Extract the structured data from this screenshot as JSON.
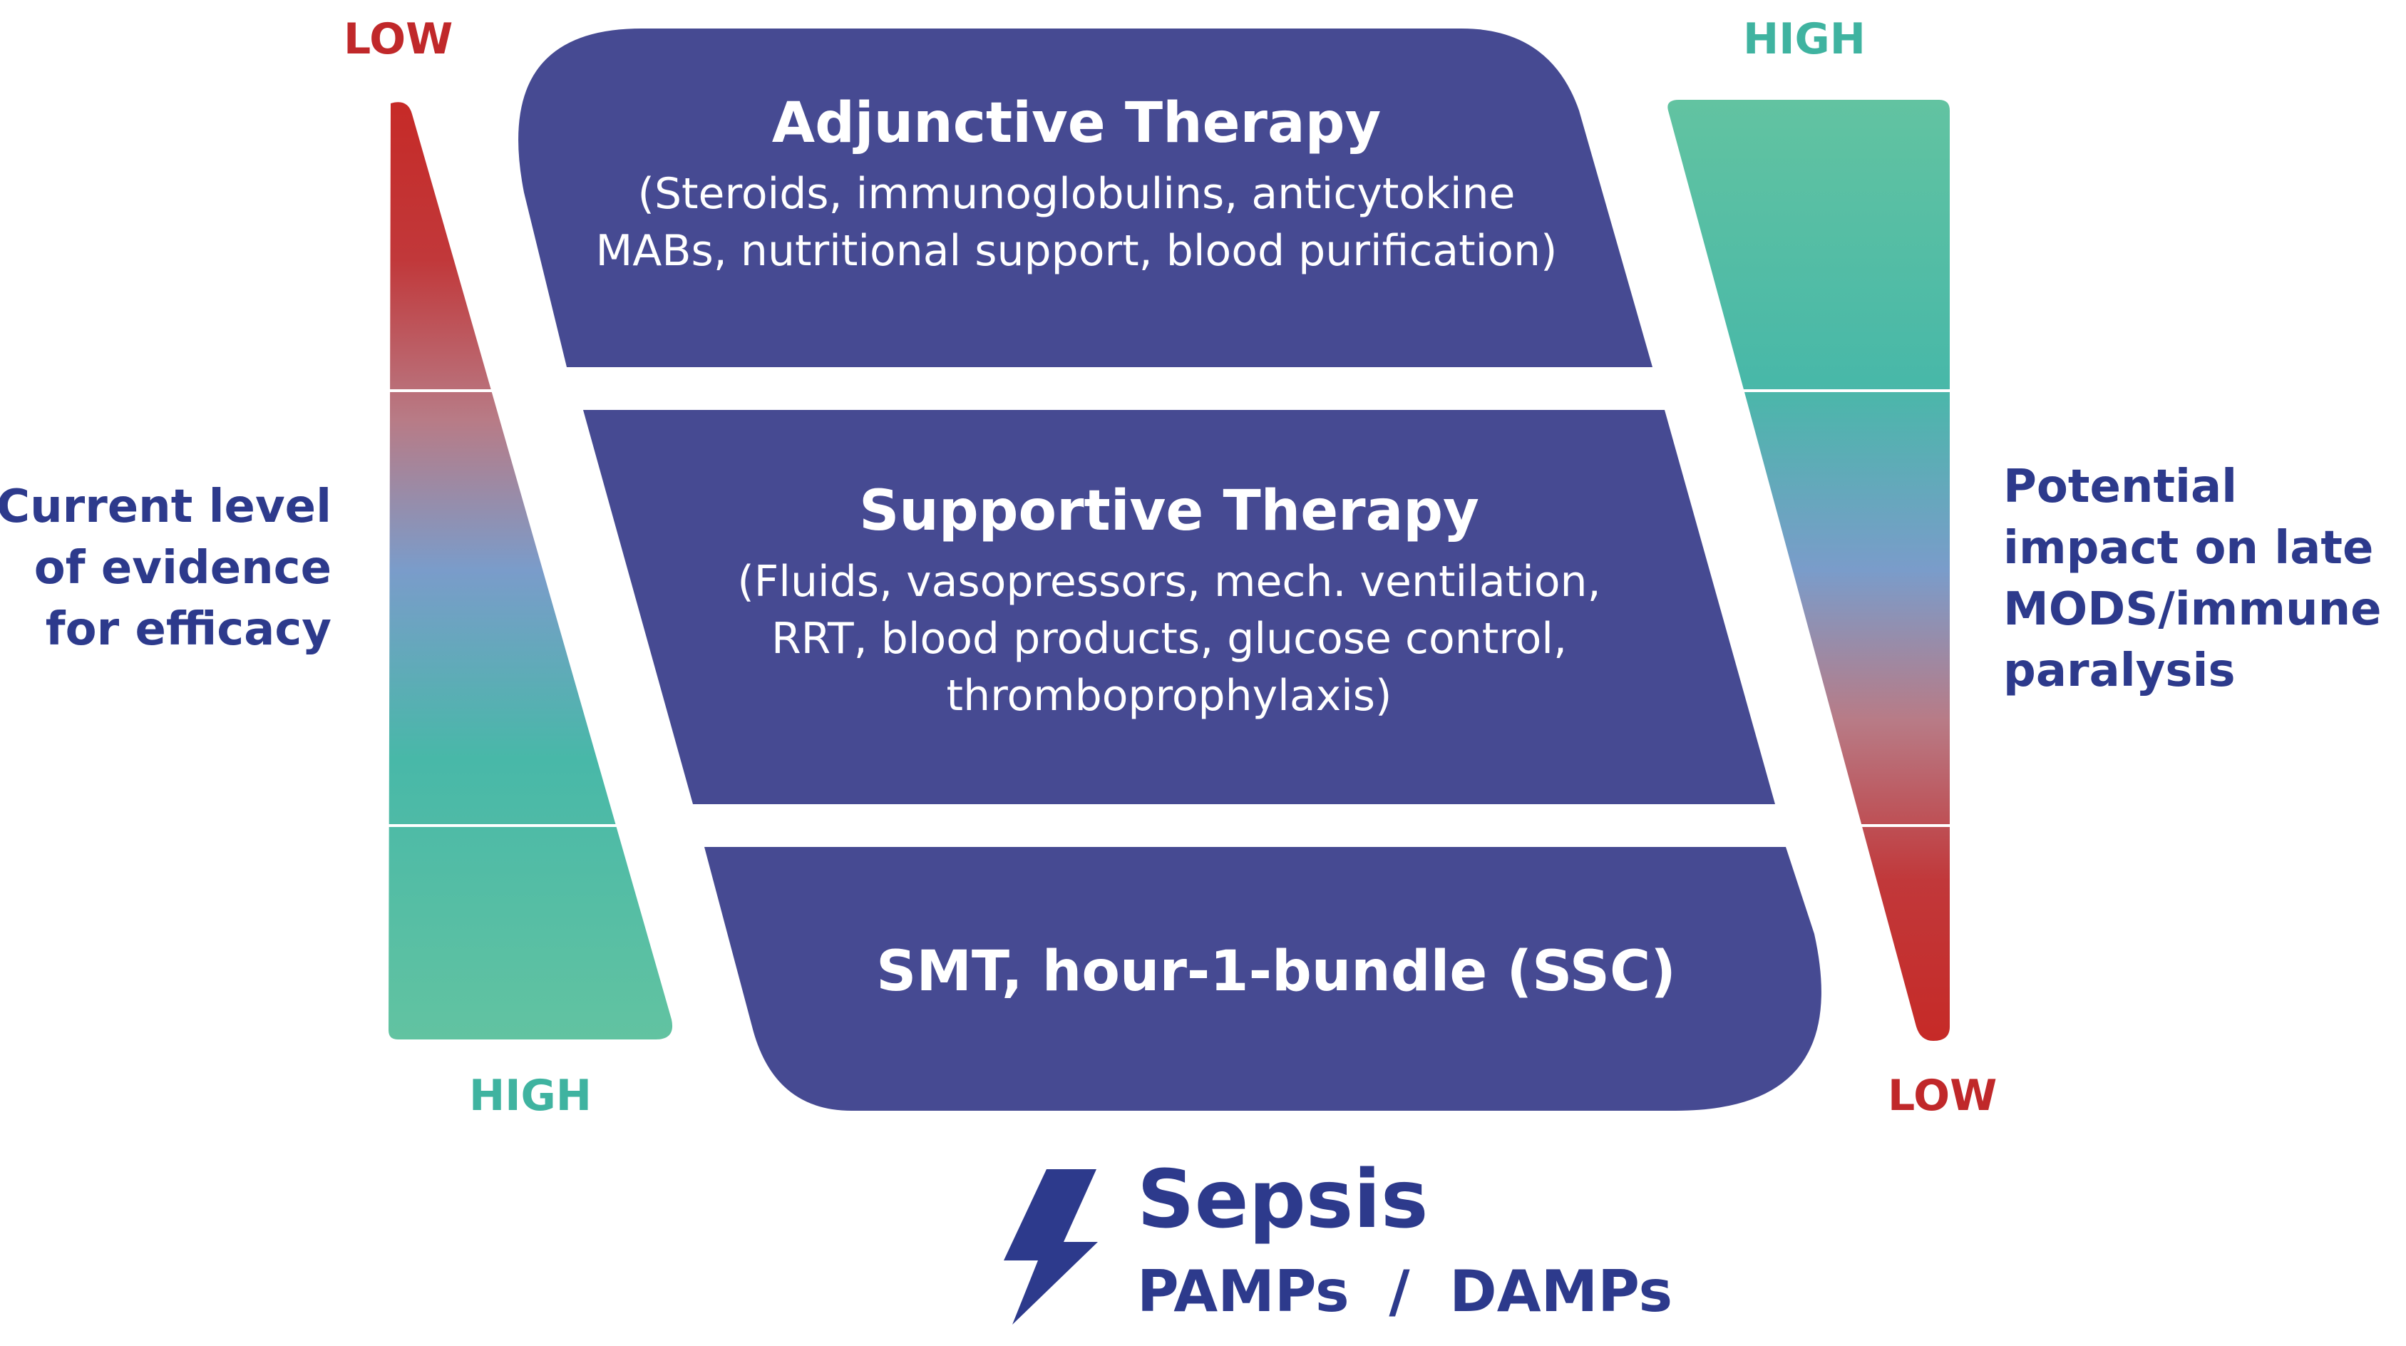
{
  "left_scale": {
    "top_label": "LOW",
    "bottom_label": "HIGH",
    "caption_lines": [
      "Current level",
      "of evidence",
      "for efficacy"
    ]
  },
  "right_scale": {
    "top_label": "HIGH",
    "bottom_label": "LOW",
    "caption_lines": [
      "Potential",
      "impact on late",
      "MODS/immune",
      "paralysis"
    ]
  },
  "tiers": [
    {
      "title": "Adjunctive Therapy",
      "detail_lines": [
        "(Steroids, immunoglobulins, anticytokine",
        "MABs, nutritional support, blood purification)"
      ]
    },
    {
      "title": "Supportive Therapy",
      "detail_lines": [
        "(Fluids, vasopressors, mech. ventilation,",
        "RRT, blood products, glucose control,",
        "thromboprophylaxis)"
      ]
    },
    {
      "title": "SMT, hour-1-bundle (SSC)",
      "detail_lines": []
    }
  ],
  "trigger": {
    "title": "Sepsis",
    "subtitle": "PAMPs  /  DAMPs",
    "icon": "lightning-bolt-icon"
  },
  "colors": {
    "tier_fill": "#464A92",
    "text_navy": "#2D3A8C",
    "low_red": "#C0282A",
    "high_teal": "#3FB3A0"
  }
}
